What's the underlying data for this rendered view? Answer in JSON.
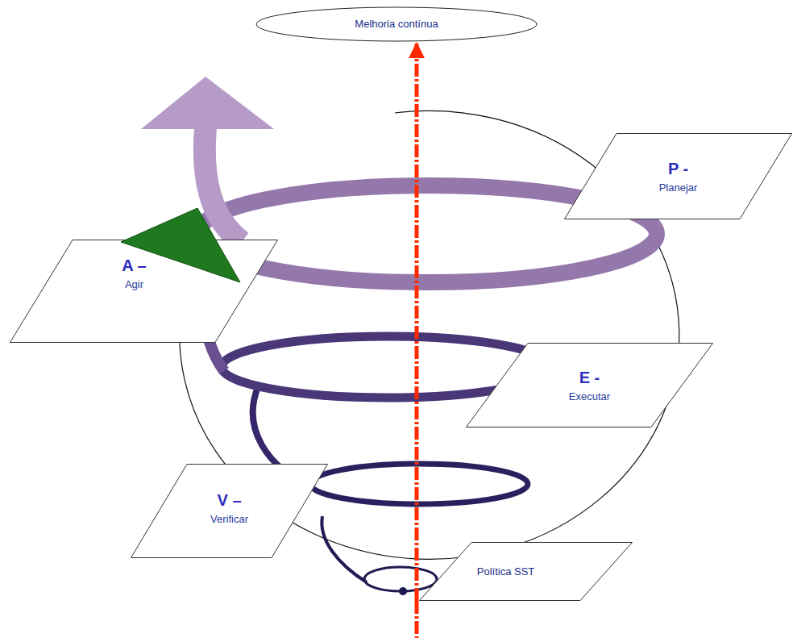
{
  "diagram": {
    "nodes": [
      {
        "text": [
          "Melhoria contínua"
        ]
      },
      {
        "text": [
          "P -",
          "Planejar"
        ]
      },
      {
        "text": [
          "A –",
          "Agir"
        ]
      },
      {
        "text": [
          "E -",
          "Executar"
        ]
      },
      {
        "text": [
          "V –",
          "Verificar"
        ]
      },
      {
        "text": [
          "Política SST"
        ]
      }
    ],
    "edges": [
      {
        "from": 5,
        "to": 0,
        "arrow": "to"
      }
    ]
  }
}
